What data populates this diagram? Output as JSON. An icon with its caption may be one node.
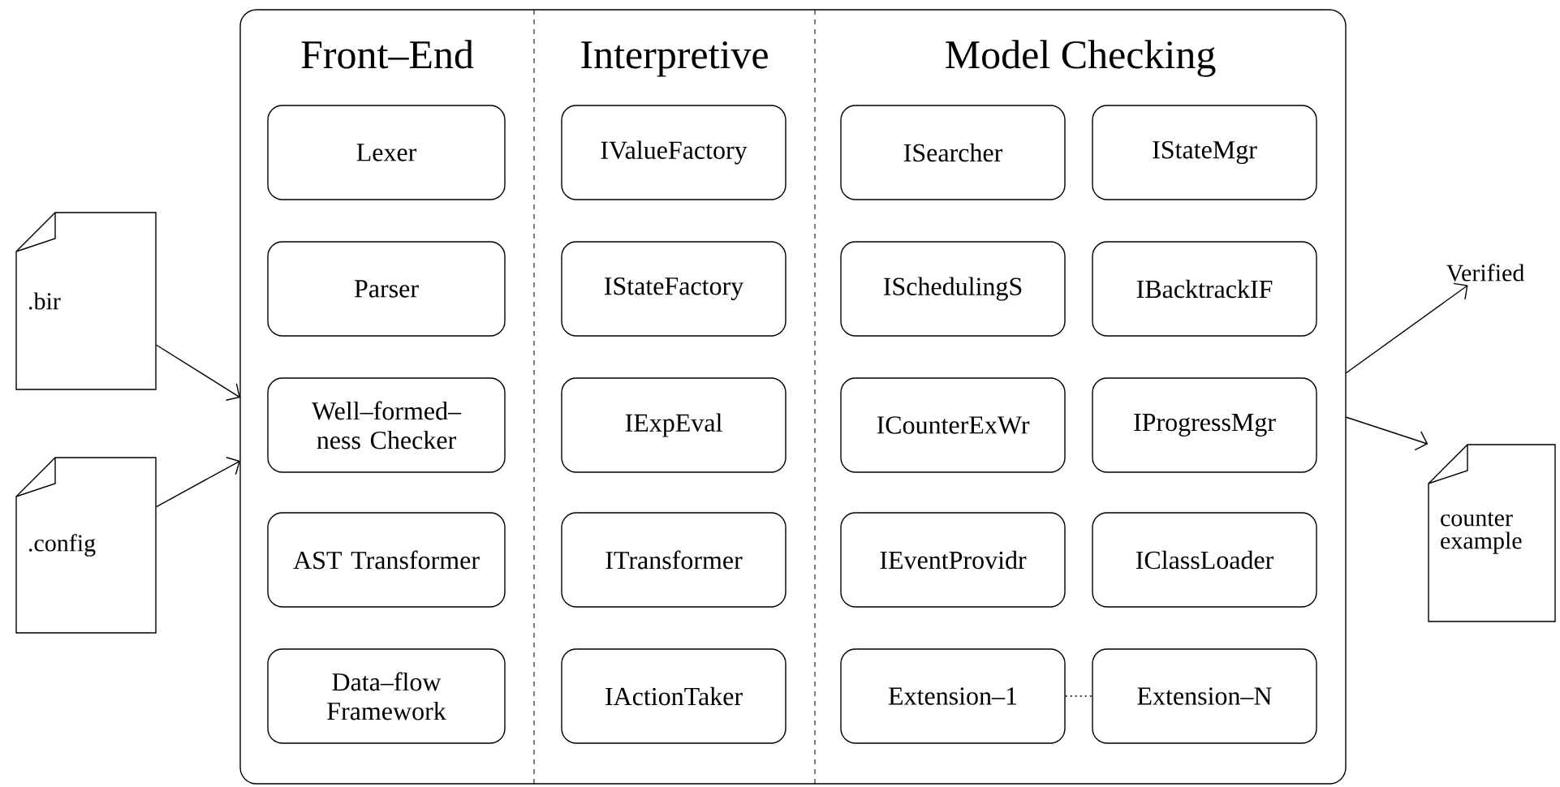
{
  "diagram": {
    "nodes": [
      {
        "text": [],
        "shape": "box"
      },
      {
        "text": [
          "Lexer"
        ],
        "in": 0
      },
      {
        "text": [
          "Parser"
        ],
        "in": 0
      },
      {
        "text": [
          "Well–formed– ness Checker"
        ],
        "in": 0
      },
      {
        "text": [
          "AST Transformer"
        ],
        "in": 0
      },
      {
        "text": [
          "Data–flow Framework"
        ],
        "in": 0
      },
      {
        "text": [
          "IValueFactory"
        ],
        "in": 0
      },
      {
        "text": [
          "IStateFactory"
        ],
        "in": 0
      },
      {
        "text": [
          "IExpEval"
        ],
        "in": 0
      },
      {
        "text": [
          "ITransformer"
        ],
        "in": 0
      },
      {
        "text": [
          "IActionTaker"
        ],
        "in": 0
      },
      {
        "text": [
          "ISearcher"
        ],
        "in": 0
      },
      {
        "text": [
          "IStateMgr"
        ],
        "in": 0
      },
      {
        "text": [
          "ISchedulingS"
        ],
        "in": 0
      },
      {
        "text": [
          "IBacktrackIF"
        ],
        "in": 0
      },
      {
        "text": [
          "ICounterExWr"
        ],
        "in": 0
      },
      {
        "text": [
          "IProgressMgr"
        ],
        "in": 0
      },
      {
        "text": [
          "IEventProvidr"
        ],
        "in": 0
      },
      {
        "text": [
          "IClassLoader"
        ],
        "in": 0
      },
      {
        "text": [
          "Extension–1"
        ],
        "in": 0
      },
      {
        "text": [
          "Extension–N"
        ],
        "in": 0
      },
      {
        "text": [
          ".bir"
        ]
      },
      {
        "text": [
          ".config"
        ]
      },
      {
        "text": [
          "Verified"
        ]
      },
      {
        "text": [
          "counter example"
        ]
      }
    ],
    "edges": [
      {
        "from": 21,
        "to": 0,
        "arrow": "to"
      },
      {
        "from": 22,
        "to": 0,
        "arrow": "to"
      },
      {
        "from": 0,
        "to": 23,
        "arrow": "to"
      },
      {
        "from": 0,
        "to": 24,
        "arrow": "to"
      },
      {
        "from": 19,
        "to": 20,
        "arrow": "none",
        "style": "dashed"
      }
    ],
    "labels": [
      "Front–End",
      "Interpretive",
      "Model Checking"
    ]
  }
}
